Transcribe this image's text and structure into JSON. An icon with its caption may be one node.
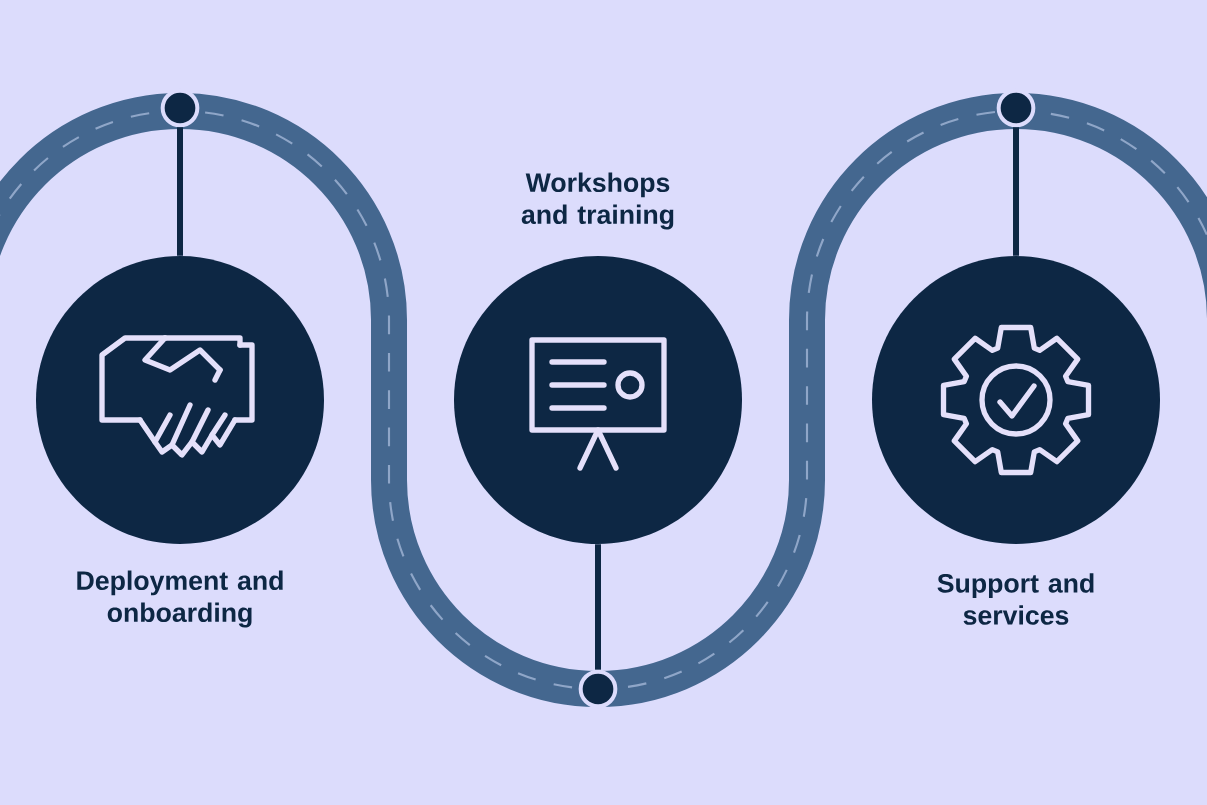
{
  "diagram": {
    "nodes": [
      {
        "text": [],
        "shape": "circle"
      },
      {
        "text": [
          "Deployment and onboarding"
        ]
      },
      {
        "text": [
          "Workshops and training"
        ]
      },
      {
        "text": [],
        "shape": "circle"
      },
      {
        "text": [
          "Support and services"
        ]
      },
      {
        "text": [],
        "shape": "circle"
      }
    ],
    "edges": [
      {
        "from": 0,
        "to": 1,
        "arrow": "none"
      },
      {
        "from": 3,
        "to": 2,
        "arrow": "none"
      },
      {
        "from": 5,
        "to": 4,
        "arrow": "none"
      }
    ]
  }
}
